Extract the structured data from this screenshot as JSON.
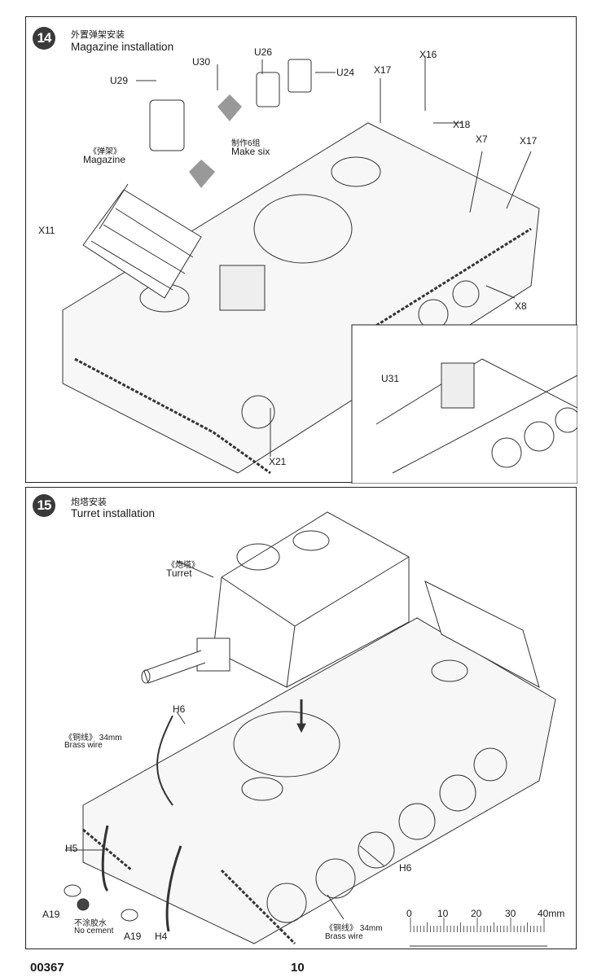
{
  "step14": {
    "number": "14",
    "title_cn": "外置弹架安装",
    "title_en": "Magazine installation",
    "parts": {
      "u30": "U30",
      "u29": "U29",
      "u26": "U26",
      "u24": "U24",
      "x17a": "X17",
      "x16": "X16",
      "x18": "X18",
      "x7": "X7",
      "x17b": "X17",
      "x11": "X11",
      "x8": "X8",
      "u31": "U31",
      "x21": "X21"
    },
    "make_six_cn": "制作6组",
    "make_six_en": "Make six",
    "magazine_cn": "《弹架》",
    "magazine_en": "Magazine"
  },
  "step15": {
    "number": "15",
    "title_cn": "炮塔安装",
    "title_en": "Turret installation",
    "turret_cn": "《炮塔》",
    "turret_en": "Turret",
    "parts": {
      "h6a": "H6",
      "h5": "H5",
      "a19a": "A19",
      "a19b": "A19",
      "h4": "H4",
      "h6b": "H6"
    },
    "brass_wire_cn": "《铜线》",
    "brass_wire_len": "34mm",
    "brass_wire_en": "Brass wire",
    "no_cement_cn": "不涂胶水",
    "no_cement_en": "No cement",
    "scale": {
      "ticks": [
        "0",
        "10",
        "20",
        "30",
        "40"
      ],
      "unit": "mm"
    }
  },
  "footer": {
    "kit_number": "00367",
    "page": "10"
  }
}
